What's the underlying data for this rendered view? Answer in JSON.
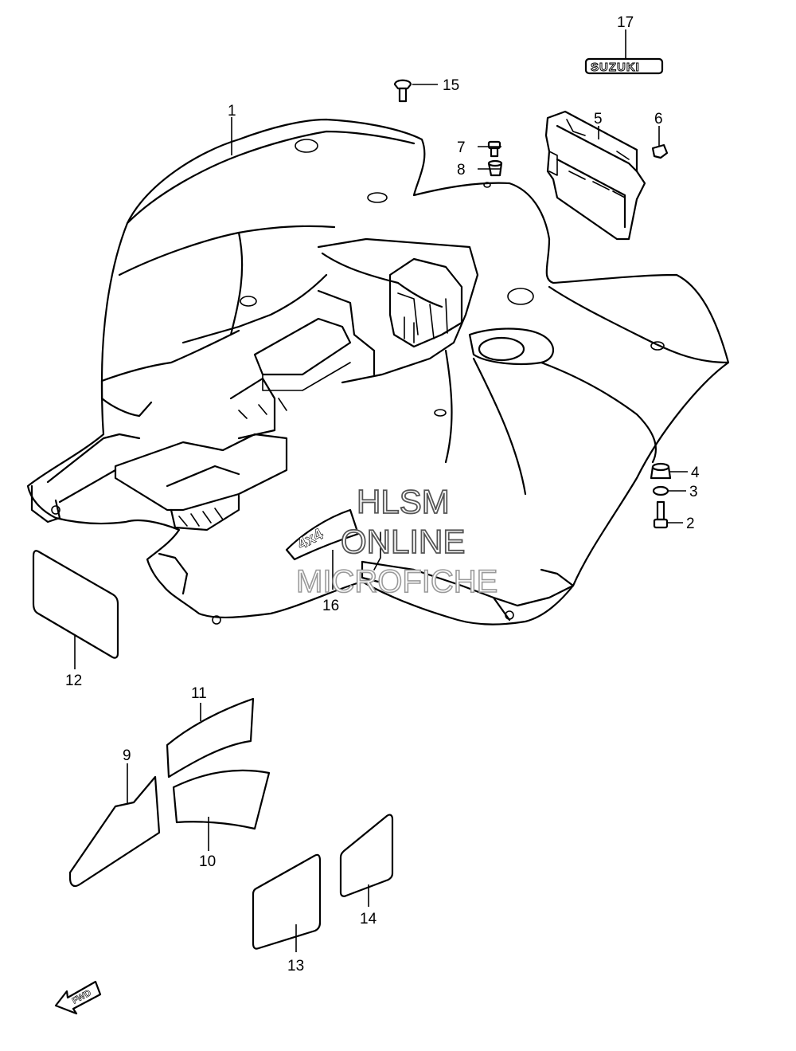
{
  "diagram": {
    "callouts": {
      "c1": "1",
      "c2": "2",
      "c3": "3",
      "c4": "4",
      "c5": "5",
      "c6": "6",
      "c7": "7",
      "c8": "8",
      "c9": "9",
      "c10": "10",
      "c11": "11",
      "c12": "12",
      "c13": "13",
      "c14": "14",
      "c15": "15",
      "c16": "16",
      "c17": "17"
    },
    "emblem_text": "SUZUKI",
    "fender_decal_text": "4x4",
    "direction_label": "FWD",
    "watermark": {
      "line1": "HLSM",
      "line2": "ONLINE",
      "line3": "MICROFICHE"
    }
  }
}
